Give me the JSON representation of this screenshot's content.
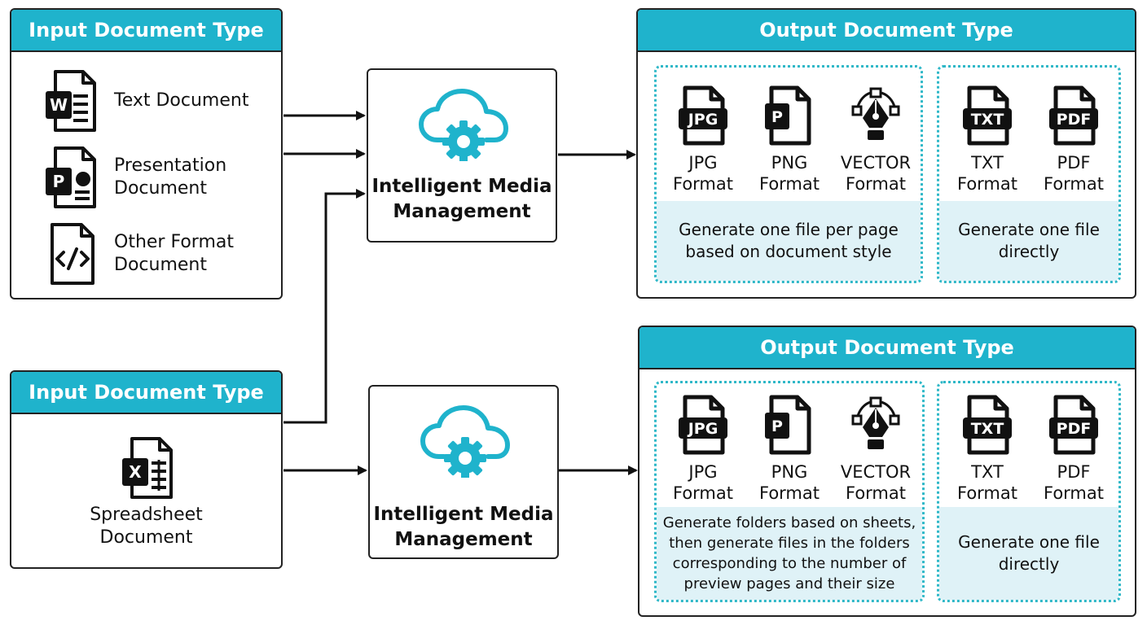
{
  "input_top": {
    "header": "Input Document Type",
    "items": [
      {
        "icon": "word-document-icon",
        "label": "Text Document"
      },
      {
        "icon": "powerpoint-document-icon",
        "label": "Presentation\nDocument"
      },
      {
        "icon": "code-document-icon",
        "label": "Other Format\nDocument"
      }
    ]
  },
  "input_bottom": {
    "header": "Input Document Type",
    "items": [
      {
        "icon": "excel-document-icon",
        "label": "Spreadsheet\nDocument"
      }
    ]
  },
  "processors": [
    {
      "icon": "cloud-gear-icon",
      "label": "Intelligent Media\nManagement"
    },
    {
      "icon": "cloud-gear-icon",
      "label": "Intelligent Media\nManagement"
    }
  ],
  "outputs": [
    {
      "header": "Output Document Type",
      "image_formats": [
        {
          "icon": "jpg-file-icon",
          "badge": "JPG",
          "label": "JPG\nFormat"
        },
        {
          "icon": "png-file-icon",
          "badge": "P",
          "label": "PNG\nFormat"
        },
        {
          "icon": "vector-pen-icon",
          "label": "VECTOR\nFormat"
        }
      ],
      "image_desc": "Generate one file per page\nbased on document style",
      "text_formats": [
        {
          "icon": "txt-file-icon",
          "badge": "TXT",
          "label": "TXT\nFormat"
        },
        {
          "icon": "pdf-file-icon",
          "badge": "PDF",
          "label": "PDF\nFormat"
        }
      ],
      "text_desc": "Generate one file\ndirectly"
    },
    {
      "header": "Output Document Type",
      "image_formats": [
        {
          "icon": "jpg-file-icon",
          "badge": "JPG",
          "label": "JPG\nFormat"
        },
        {
          "icon": "png-file-icon",
          "badge": "P",
          "label": "PNG\nFormat"
        },
        {
          "icon": "vector-pen-icon",
          "label": "VECTOR\nFormat"
        }
      ],
      "image_desc": "Generate folders based on sheets,\nthen generate files in the folders\ncorresponding to the number of\npreview pages and their size",
      "text_formats": [
        {
          "icon": "txt-file-icon",
          "badge": "TXT",
          "label": "TXT\nFormat"
        },
        {
          "icon": "pdf-file-icon",
          "badge": "PDF",
          "label": "PDF\nFormat"
        }
      ],
      "text_desc": "Generate one file\ndirectly"
    }
  ],
  "colors": {
    "accent": "#1fb3cc",
    "desc_bg": "#dff2f7",
    "dotted_border": "#2fb8c8",
    "stroke": "#222222"
  }
}
